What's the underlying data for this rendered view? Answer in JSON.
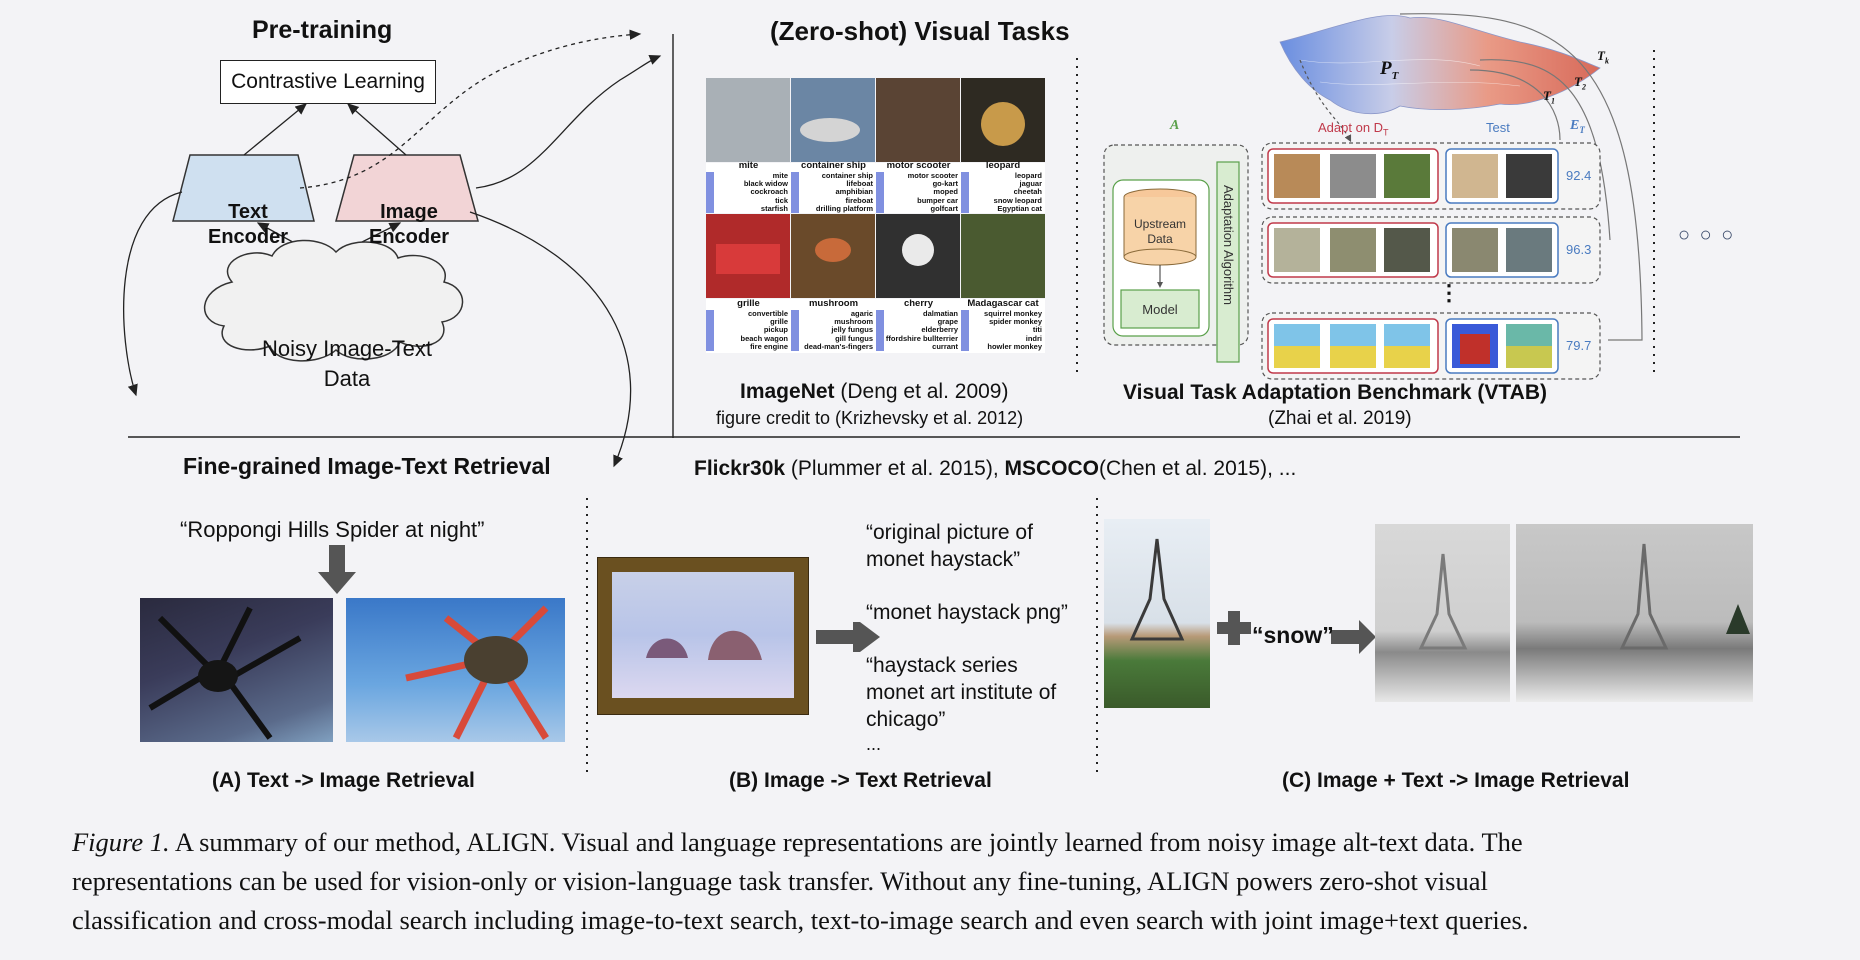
{
  "pretraining": {
    "title": "Pre-training",
    "contrastive": "Contrastive Learning",
    "text_encoder": [
      "Text",
      "Encoder"
    ],
    "image_encoder": [
      "Image",
      "Encoder"
    ],
    "data": [
      "Noisy Image-Text",
      "Data"
    ],
    "retrieval_title": "Fine-grained Image-Text Retrieval"
  },
  "zeroshot": {
    "title": "(Zero-shot) Visual Tasks",
    "imagenet_top": [
      "mite",
      "container ship",
      "motor scooter",
      "leopard"
    ],
    "imagenet_bottom": [
      "grille",
      "mushroom",
      "cherry",
      "Madagascar cat"
    ],
    "imagenet_preds_top": [
      [
        "mite",
        "black widow",
        "cockroach",
        "tick",
        "starfish"
      ],
      [
        "container ship",
        "lifeboat",
        "amphibian",
        "fireboat",
        "drilling platform"
      ],
      [
        "motor scooter",
        "go-kart",
        "moped",
        "bumper car",
        "golfcart"
      ],
      [
        "leopard",
        "jaguar",
        "cheetah",
        "snow leopard",
        "Egyptian cat"
      ]
    ],
    "imagenet_preds_bottom": [
      [
        "convertible",
        "grille",
        "pickup",
        "beach wagon",
        "fire engine"
      ],
      [
        "agaric",
        "mushroom",
        "jelly fungus",
        "gill fungus",
        "dead-man's-fingers"
      ],
      [
        "dalmatian",
        "grape",
        "elderberry",
        "ffordshire bullterrier",
        "currant"
      ],
      [
        "squirrel monkey",
        "spider monkey",
        "titi",
        "indri",
        "howler monkey"
      ]
    ],
    "imagenet_caption_bold": "ImageNet",
    "imagenet_caption_rest": " (Deng et al. 2009)",
    "imagenet_credit": "figure credit to (Krizhevsky et al. 2012)",
    "vtab_caption": "Visual Task Adaptation Benchmark (VTAB)",
    "vtab_cite": "(Zhai et al. 2019)",
    "vtab": {
      "upstream": [
        "Upstream",
        "Data"
      ],
      "model": "Model",
      "algo": "Adaptation Algorithm",
      "adapt_label": "Adapt on D",
      "adapt_sub": "T",
      "test_label": "Test",
      "scores": [
        "92.4",
        "96.3",
        "79.7"
      ],
      "pt": "P",
      "pt_sub": "T",
      "t1": "T",
      "t1_sub": "1",
      "t2": "T",
      "t2_sub": "2",
      "tk": "T",
      "tk_sub": "k",
      "a_label": "A",
      "e_label": "E",
      "e_sub": "T",
      "vdots": "⋮"
    },
    "ellipsis_dots": "○ ○ ○"
  },
  "retrieval": {
    "datasets_bold1": "Flickr30k",
    "datasets_rest1": " (Plummer et al. 2015), ",
    "datasets_bold2": "MSCOCO",
    "datasets_rest2": "(Chen et al. 2015), ...",
    "a_query": "“Roppongi Hills Spider at night”",
    "a_label": "(A) Text -> Image Retrieval",
    "b_texts": [
      "“original picture of",
      "monet haystack”",
      "“monet haystack png”",
      "“haystack series",
      "monet art institute of",
      "chicago”",
      "..."
    ],
    "b_label": "(B) Image -> Text Retrieval",
    "c_word": "“snow”",
    "c_label": "(C) Image + Text -> Image Retrieval"
  },
  "caption": {
    "figure_no": "Figure 1.",
    "lines": [
      " A summary of our method, ALIGN. Visual and language representations are jointly learned from noisy image alt-text data. The",
      "representations can be used for vision-only or vision-language task transfer. Without any fine-tuning, ALIGN powers zero-shot visual",
      "classification and cross-modal search including image-to-text search, text-to-image search and even search with joint image+text queries."
    ]
  },
  "colors": {
    "text_encoder": "#cfe0f0",
    "image_encoder": "#f2d4d6",
    "adapt_red": "#c0394a",
    "test_blue": "#4a7bc0",
    "green": "#5aa04a"
  }
}
